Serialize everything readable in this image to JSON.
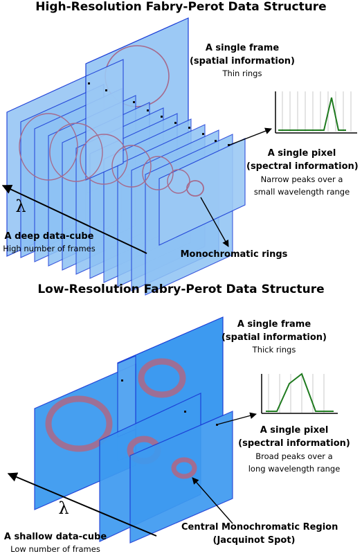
{
  "top": {
    "title": "High-Resolution Fabry-Perot Data Structure",
    "frame": {
      "heading1": "A single frame",
      "heading2": "(spatial information)",
      "note": "Thin rings"
    },
    "pixel": {
      "heading1": "A single pixel",
      "heading2": "(spectral information)",
      "note1": "Narrow peaks over a",
      "note2": "small wavelength range"
    },
    "cube": {
      "heading": "A deep data-cube",
      "note": "High number of frames"
    },
    "rings_label": "Monochromatic rings",
    "axis_symbol": "λ"
  },
  "bottom": {
    "title": "Low-Resolution Fabry-Perot Data Structure",
    "frame": {
      "heading1": "A single frame",
      "heading2": "(spatial information)",
      "note": "Thick rings"
    },
    "pixel": {
      "heading1": "A single pixel",
      "heading2": "(spectral information)",
      "note1": "Broad peaks over a",
      "note2": "long wavelength range"
    },
    "cube": {
      "heading": "A shallow data-cube",
      "note": "Low number of frames"
    },
    "region_label1": "Central Monochromatic Region",
    "region_label2": "(Jacquinot Spot)",
    "axis_symbol": "λ"
  },
  "colors": {
    "frame_fill_light": "#9cc9f5",
    "frame_fill_dark": "#3d9af0",
    "frame_edge": "#1a3cd6",
    "ring": "#a66a8c",
    "spectrum": "#1e7a1e"
  }
}
